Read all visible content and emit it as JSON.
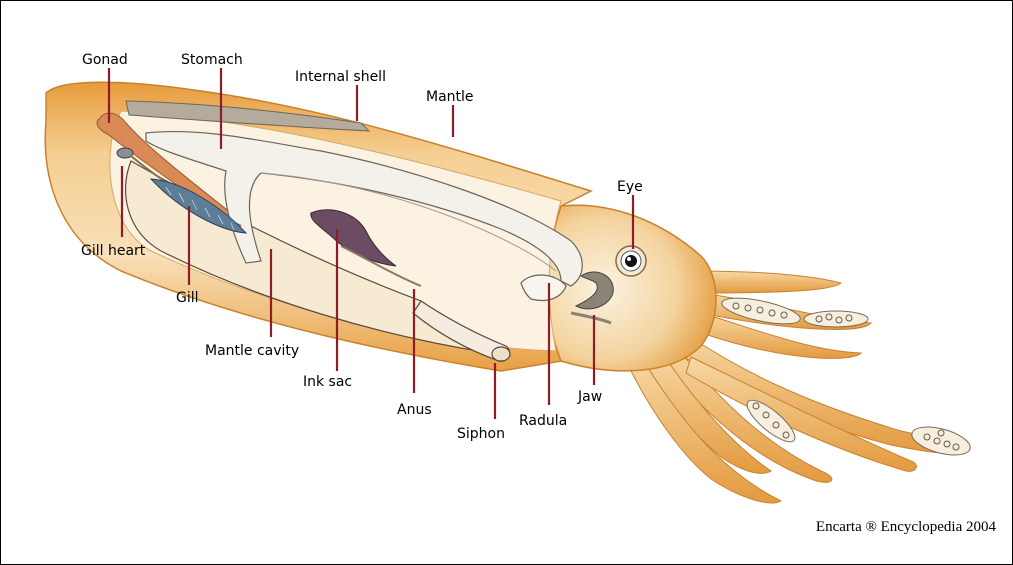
{
  "labels": {
    "gonad": "Gonad",
    "stomach": "Stomach",
    "internal_shell": "Internal shell",
    "mantle": "Mantle",
    "eye": "Eye",
    "gill_heart": "Gill heart",
    "gill": "Gill",
    "mantle_cavity": "Mantle cavity",
    "ink_sac": "Ink sac",
    "anus": "Anus",
    "siphon": "Siphon",
    "radula": "Radula",
    "jaw": "Jaw"
  },
  "credit": "Encarta ® Encyclopedia 2004",
  "colors": {
    "body_orange": "#eaa752",
    "body_light": "#f8dcae",
    "organ_white": "#f4f1ea",
    "shell_gray": "#b5ab9c",
    "ink_purple": "#6d4b62",
    "gill_blue": "#5e7d99",
    "leader_red": "#8e1d27"
  }
}
